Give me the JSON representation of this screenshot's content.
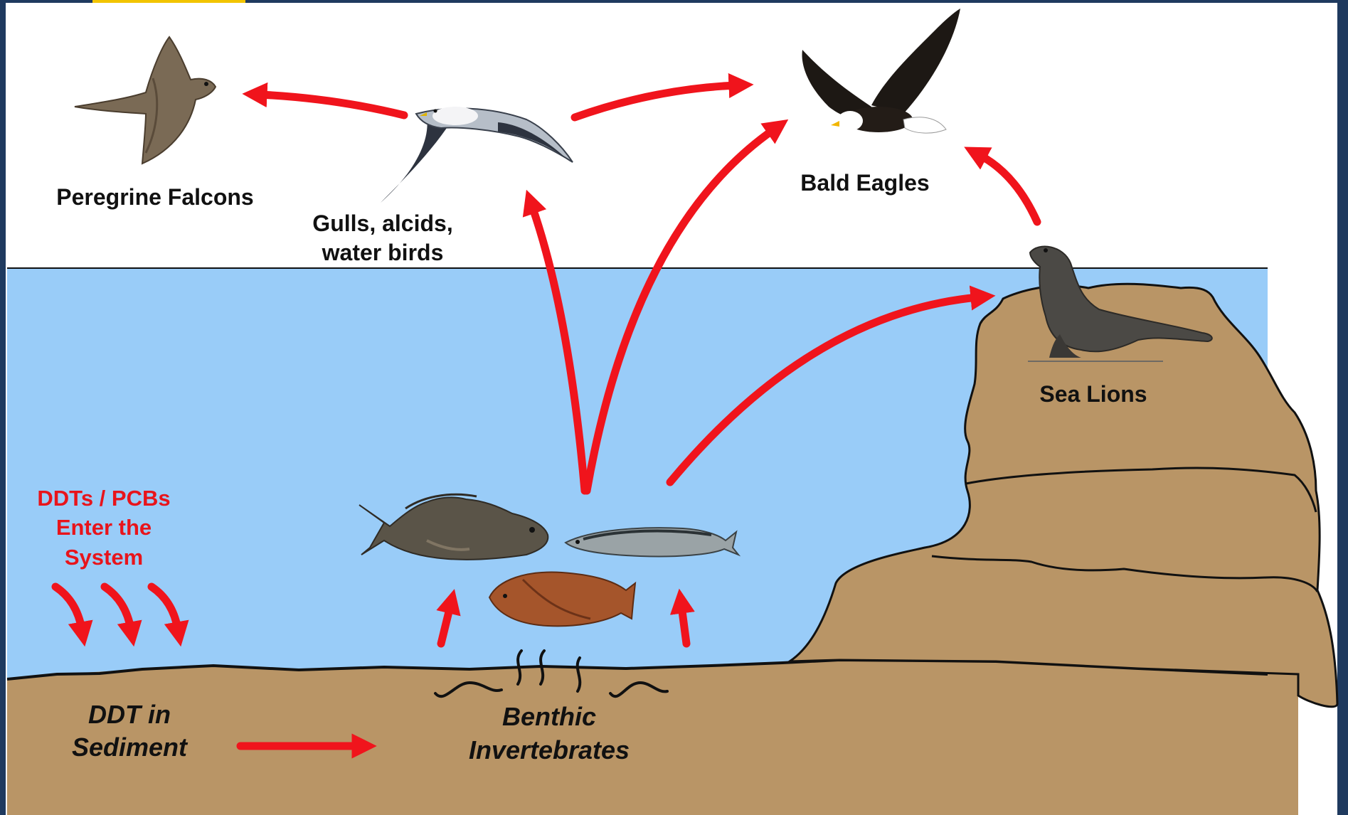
{
  "colors": {
    "frame": "#1f3a5f",
    "sky": "#ffffff",
    "water": "#99ccf8",
    "sediment": "#b99566",
    "arrow": "#f0141c",
    "label_red": "#e8141b"
  },
  "labels": {
    "peregrine_falcons": "Peregrine Falcons",
    "gulls_line1": "Gulls, alcids,",
    "gulls_line2": "water birds",
    "bald_eagles": "Bald Eagles",
    "sea_lions": "Sea Lions",
    "ddt_enter_line1": "DDTs / PCBs",
    "ddt_enter_line2": "Enter the",
    "ddt_enter_line3": "System",
    "ddt_sediment_line1": "DDT in",
    "ddt_sediment_line2": "Sediment",
    "benthic_line1": "Benthic",
    "benthic_line2": "Invertebrates"
  },
  "icons": [
    "peregrine-falcon-icon",
    "gull-icon",
    "bald-eagle-icon",
    "sea-lion-icon",
    "rockfish-icon",
    "mackerel-icon",
    "flatfish-icon",
    "worm-icon"
  ]
}
